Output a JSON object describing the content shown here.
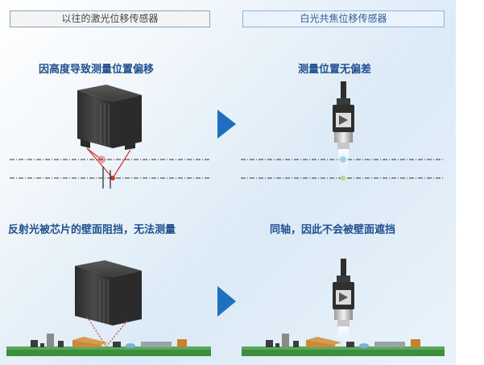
{
  "headers": {
    "left": "以往的激光位移传感器",
    "right": "白光共焦位移传感器"
  },
  "captions": {
    "top_left": "因高度导致测量位置偏移",
    "top_right": "测量位置无偏差",
    "bottom_left": "反射光被芯片的壁面阻挡，无法测量",
    "bottom_right": "同轴，因此不会被壁面遮挡"
  },
  "colors": {
    "accent_blue": "#1e6fbf",
    "caption_blue": "#1f4f8f",
    "laser_red": "#d23a3a",
    "sensor_dark": "#3a3a3a",
    "pcb_green": "#3c8f3c"
  },
  "icons": [
    "right-arrow-icon",
    "laser-sensor-icon",
    "confocal-sensor-icon",
    "pcb-board-icon"
  ]
}
